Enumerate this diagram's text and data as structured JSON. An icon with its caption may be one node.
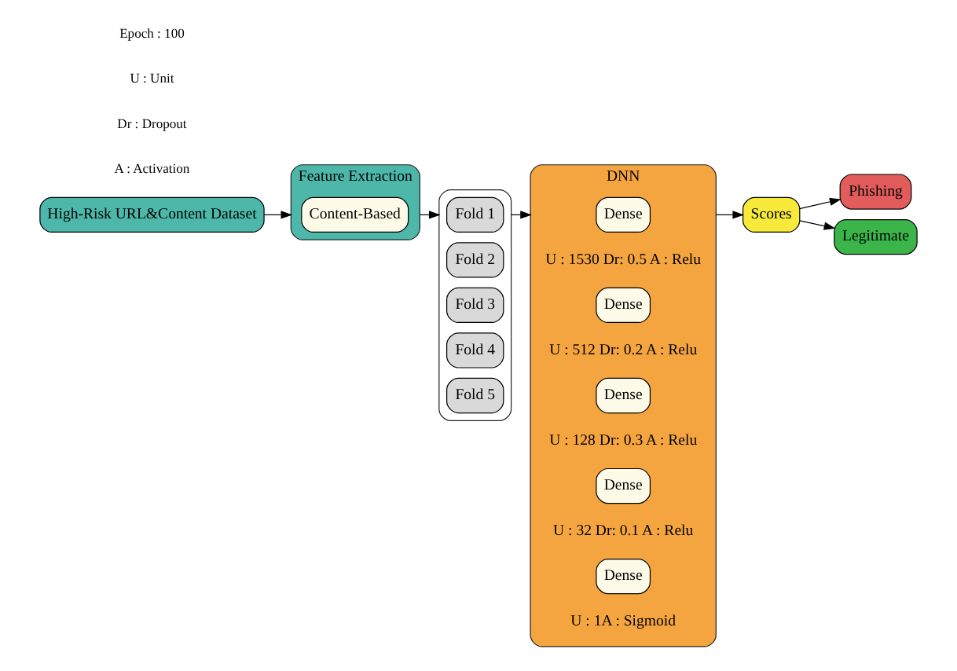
{
  "diagram": {
    "nodes": [
      {
        "text": [
          "High-Risk URL&Content Dataset"
        ]
      },
      {
        "text": [
          "Feature Extraction"
        ]
      },
      {
        "text": [
          "Content-Based"
        ],
        "in": 1
      },
      {
        "text": [],
        "shape": "box"
      },
      {
        "text": [
          "Fold 1"
        ],
        "in": 3
      },
      {
        "text": [
          "Fold 2"
        ],
        "in": 3
      },
      {
        "text": [
          "Fold 3"
        ],
        "in": 3
      },
      {
        "text": [
          "Fold 4"
        ],
        "in": 3
      },
      {
        "text": [
          "Fold 5"
        ],
        "in": 3
      },
      {
        "text": [
          "DNN"
        ]
      },
      {
        "text": [
          "Dense"
        ],
        "in": 9,
        "beside": [
          "U : 1530 Dr: 0.5 A : Relu"
        ]
      },
      {
        "text": [
          "Dense"
        ],
        "in": 9,
        "beside": [
          "U : 512 Dr: 0.2 A : Relu"
        ]
      },
      {
        "text": [
          "Dense"
        ],
        "in": 9,
        "beside": [
          "U : 128 Dr: 0.3 A : Relu"
        ]
      },
      {
        "text": [
          "Dense"
        ],
        "in": 9,
        "beside": [
          "U : 32 Dr: 0.1 A : Relu"
        ]
      },
      {
        "text": [
          "Dense"
        ],
        "in": 9,
        "beside": [
          "U : 1A : Sigmoid"
        ]
      },
      {
        "text": [
          "Scores"
        ]
      },
      {
        "text": [
          "Phishing"
        ]
      },
      {
        "text": [
          "Legitimate"
        ]
      }
    ],
    "edges": [
      {
        "from": 0,
        "to": 1,
        "arrow": "to"
      },
      {
        "from": 1,
        "to": 3,
        "arrow": "to"
      },
      {
        "from": 3,
        "to": 9,
        "arrow": "to"
      },
      {
        "from": 9,
        "to": 15,
        "arrow": "to"
      },
      {
        "from": 15,
        "to": 16,
        "arrow": "to"
      },
      {
        "from": 15,
        "to": 17,
        "arrow": "to"
      }
    ],
    "labels": [
      "Epoch : 100",
      "U : Unit",
      "Dr : Dropout",
      "A : Activation"
    ]
  }
}
